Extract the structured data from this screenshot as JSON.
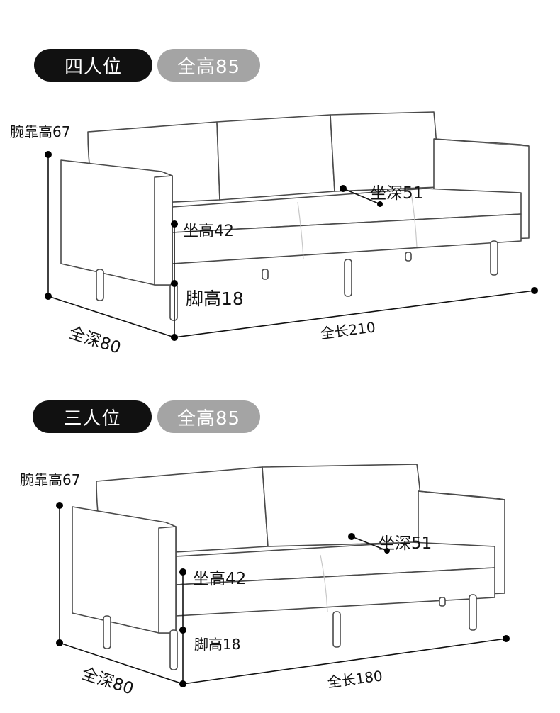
{
  "panels": [
    {
      "seat_label": "四人位",
      "total_height": "全高85",
      "arm_height": "腕靠高67",
      "seat_depth": "坐深51",
      "seat_height": "坐高42",
      "leg_height": "脚高18",
      "total_depth": "全深80",
      "total_length": "全长210"
    },
    {
      "seat_label": "三人位",
      "total_height": "全高85",
      "arm_height": "腕靠高67",
      "seat_depth": "坐深51",
      "seat_height": "坐高42",
      "leg_height": "脚高18",
      "total_depth": "全深80",
      "total_length": "全长180"
    }
  ]
}
